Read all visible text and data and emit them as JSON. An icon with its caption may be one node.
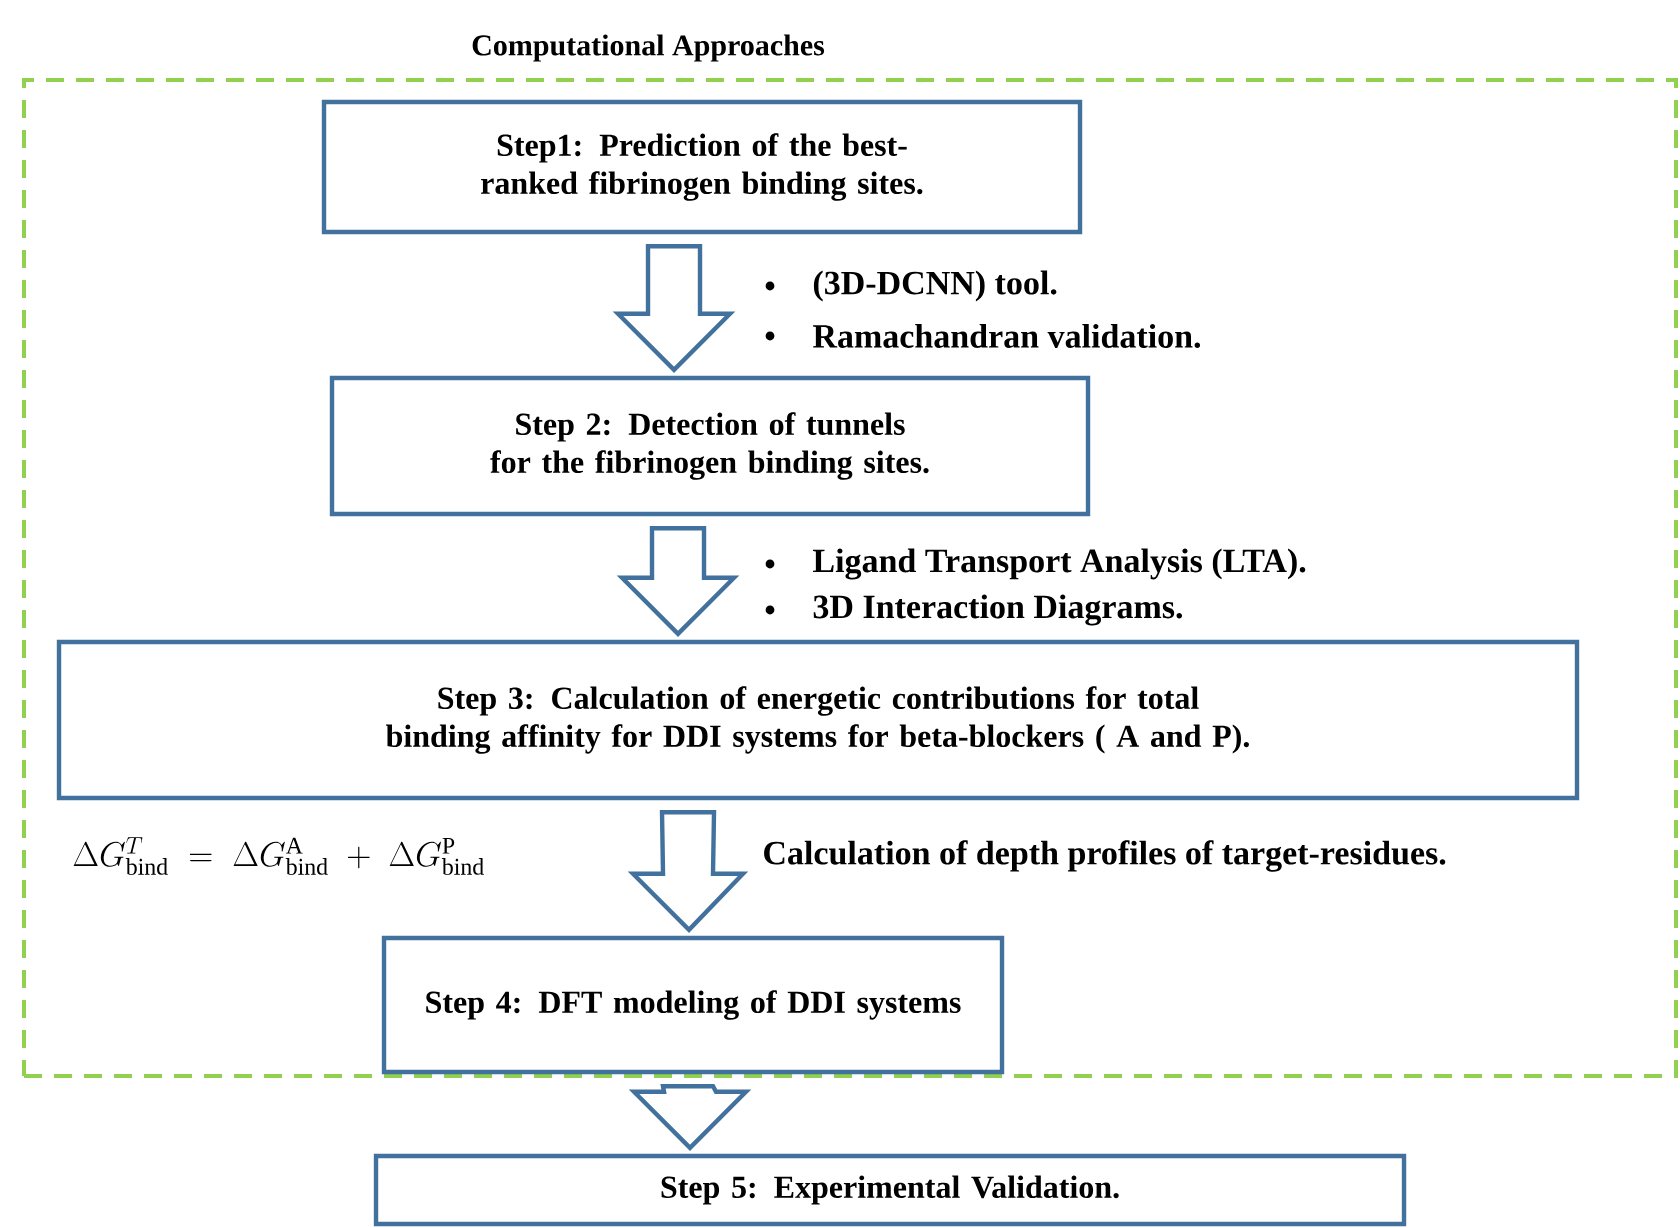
{
  "diagram": {
    "nodes": [
      {
        "text": [
          "Computational Approaches"
        ]
      },
      {
        "text": [
          "Step1: Prediction of the best-ranked fibrinogen binding sites."
        ],
        "in": 0
      },
      {
        "text": [
          "Step 2: Detection of tunnels for the fibrinogen binding sites."
        ],
        "in": 0
      },
      {
        "text": [
          "Step 3: Calculation of energetic contributions for total binding affinity for DDI systems for beta-blockers ( A and P)."
        ],
        "in": 0
      },
      {
        "text": [
          "Step 4: DFT modeling of DDI systems"
        ],
        "in": 0
      },
      {
        "text": [
          "Step 5: Experimental Validation."
        ]
      }
    ],
    "edges": [
      {
        "from": 1,
        "to": 2,
        "arrow": "to"
      },
      {
        "from": 2,
        "to": 3,
        "arrow": "to"
      },
      {
        "from": 3,
        "to": 4,
        "arrow": "to"
      },
      {
        "from": 4,
        "to": 5,
        "arrow": "to"
      }
    ],
    "labels": [
      "(3D-DCNN) tool.",
      "Ramachandran validation.",
      "Ligand Transport Analysis (LTA).",
      "3D Interaction Diagrams.",
      "\\Delta G^{T}_{\\mathrm{bind}} \\;=\\; \\Delta G^{\\mathrm{A}}_{\\mathrm{bind}} \\;+\\; \\Delta G^{\\mathrm{P}}_{\\mathrm{bind}}",
      "Calculation of depth profiles of target-residues."
    ]
  }
}
